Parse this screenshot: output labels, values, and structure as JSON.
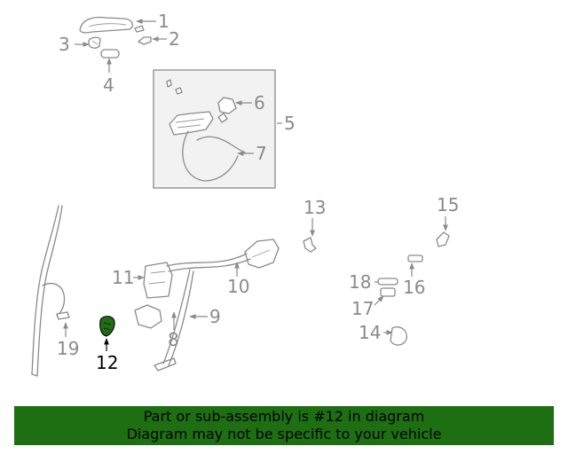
{
  "diagram": {
    "callouts": [
      "1",
      "2",
      "3",
      "4",
      "5",
      "6",
      "7",
      "8",
      "9",
      "10",
      "11",
      "12",
      "13",
      "14",
      "15",
      "16",
      "17",
      "18",
      "19"
    ],
    "highlighted_part": "12",
    "highlight_color": "#1d6f12",
    "line_color": "#8a8a8a"
  },
  "banner": {
    "line1": "Part or sub-assembly is #12 in diagram",
    "line2": "Diagram may not be specific to your vehicle",
    "background": "#1d6f12"
  }
}
